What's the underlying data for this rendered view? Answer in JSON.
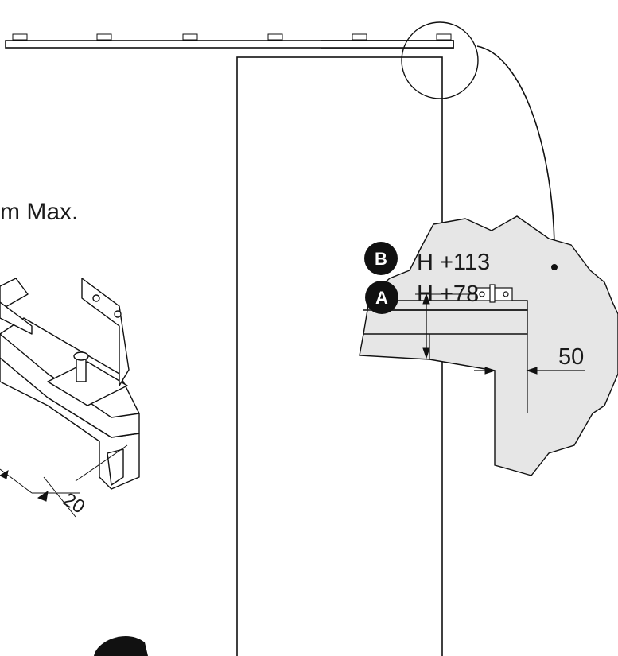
{
  "callouts": {
    "max_label": "m Max.",
    "badge_b": "B",
    "badge_a": "A",
    "height_b": "H +113",
    "height_a": "H +78",
    "offset_dim": "50",
    "rail_dim": "20"
  }
}
